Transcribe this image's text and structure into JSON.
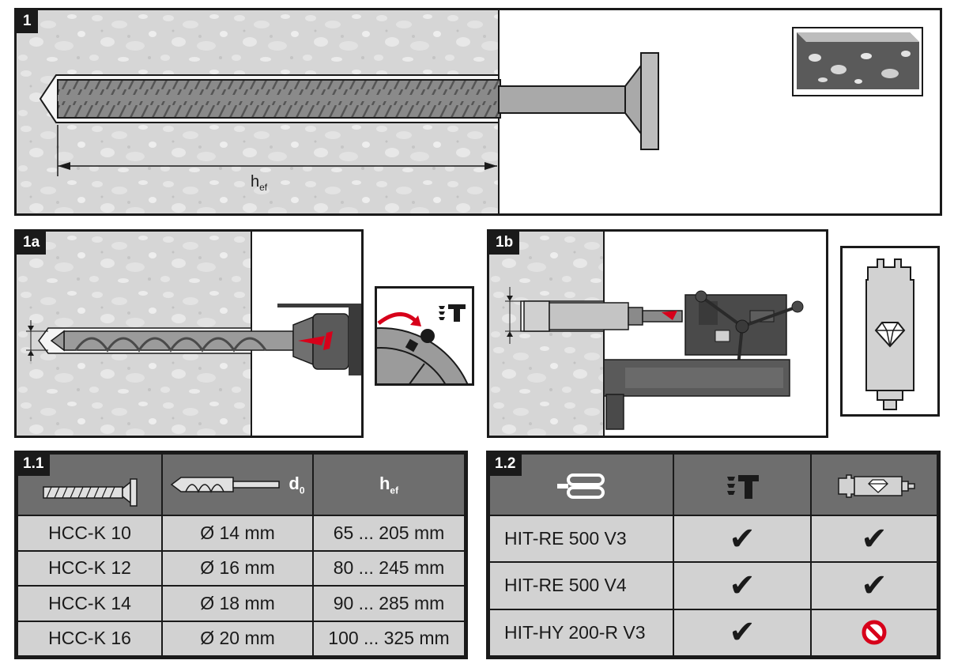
{
  "panels": {
    "p1": {
      "tag": "1",
      "dim_label": "h",
      "dim_sub": "ef"
    },
    "p1a": {
      "tag": "1a"
    },
    "p1b": {
      "tag": "1b"
    }
  },
  "table_1_1": {
    "tag": "1.1",
    "header": {
      "d_label": "d",
      "d_sub": "0",
      "hef_label": "h",
      "hef_sub": "ef"
    },
    "rows": [
      {
        "anchor": "HCC-K 10",
        "d0": "Ø 14 mm",
        "hef": "65 ... 205 mm"
      },
      {
        "anchor": "HCC-K 12",
        "d0": "Ø 16 mm",
        "hef": "80 ... 245 mm"
      },
      {
        "anchor": "HCC-K 14",
        "d0": "Ø 18 mm",
        "hef": "90 ... 285 mm"
      },
      {
        "anchor": "HCC-K 16",
        "d0": "Ø 20 mm",
        "hef": "100 ... 325 mm"
      }
    ]
  },
  "table_1_2": {
    "tag": "1.2",
    "rows": [
      {
        "mortar": "HIT-RE 500 V3",
        "hammer": "check",
        "diamond": "check"
      },
      {
        "mortar": "HIT-RE 500 V4",
        "hammer": "check",
        "diamond": "check"
      },
      {
        "mortar": "HIT-HY 200-R V3",
        "hammer": "check",
        "diamond": "prohibited"
      }
    ]
  },
  "colors": {
    "accent_red": "#d7001a",
    "dark": "#1a1a1a",
    "header_gray": "#6e6e6e",
    "row_gray": "#d2d2d2",
    "concrete": "#d9d9d9"
  }
}
